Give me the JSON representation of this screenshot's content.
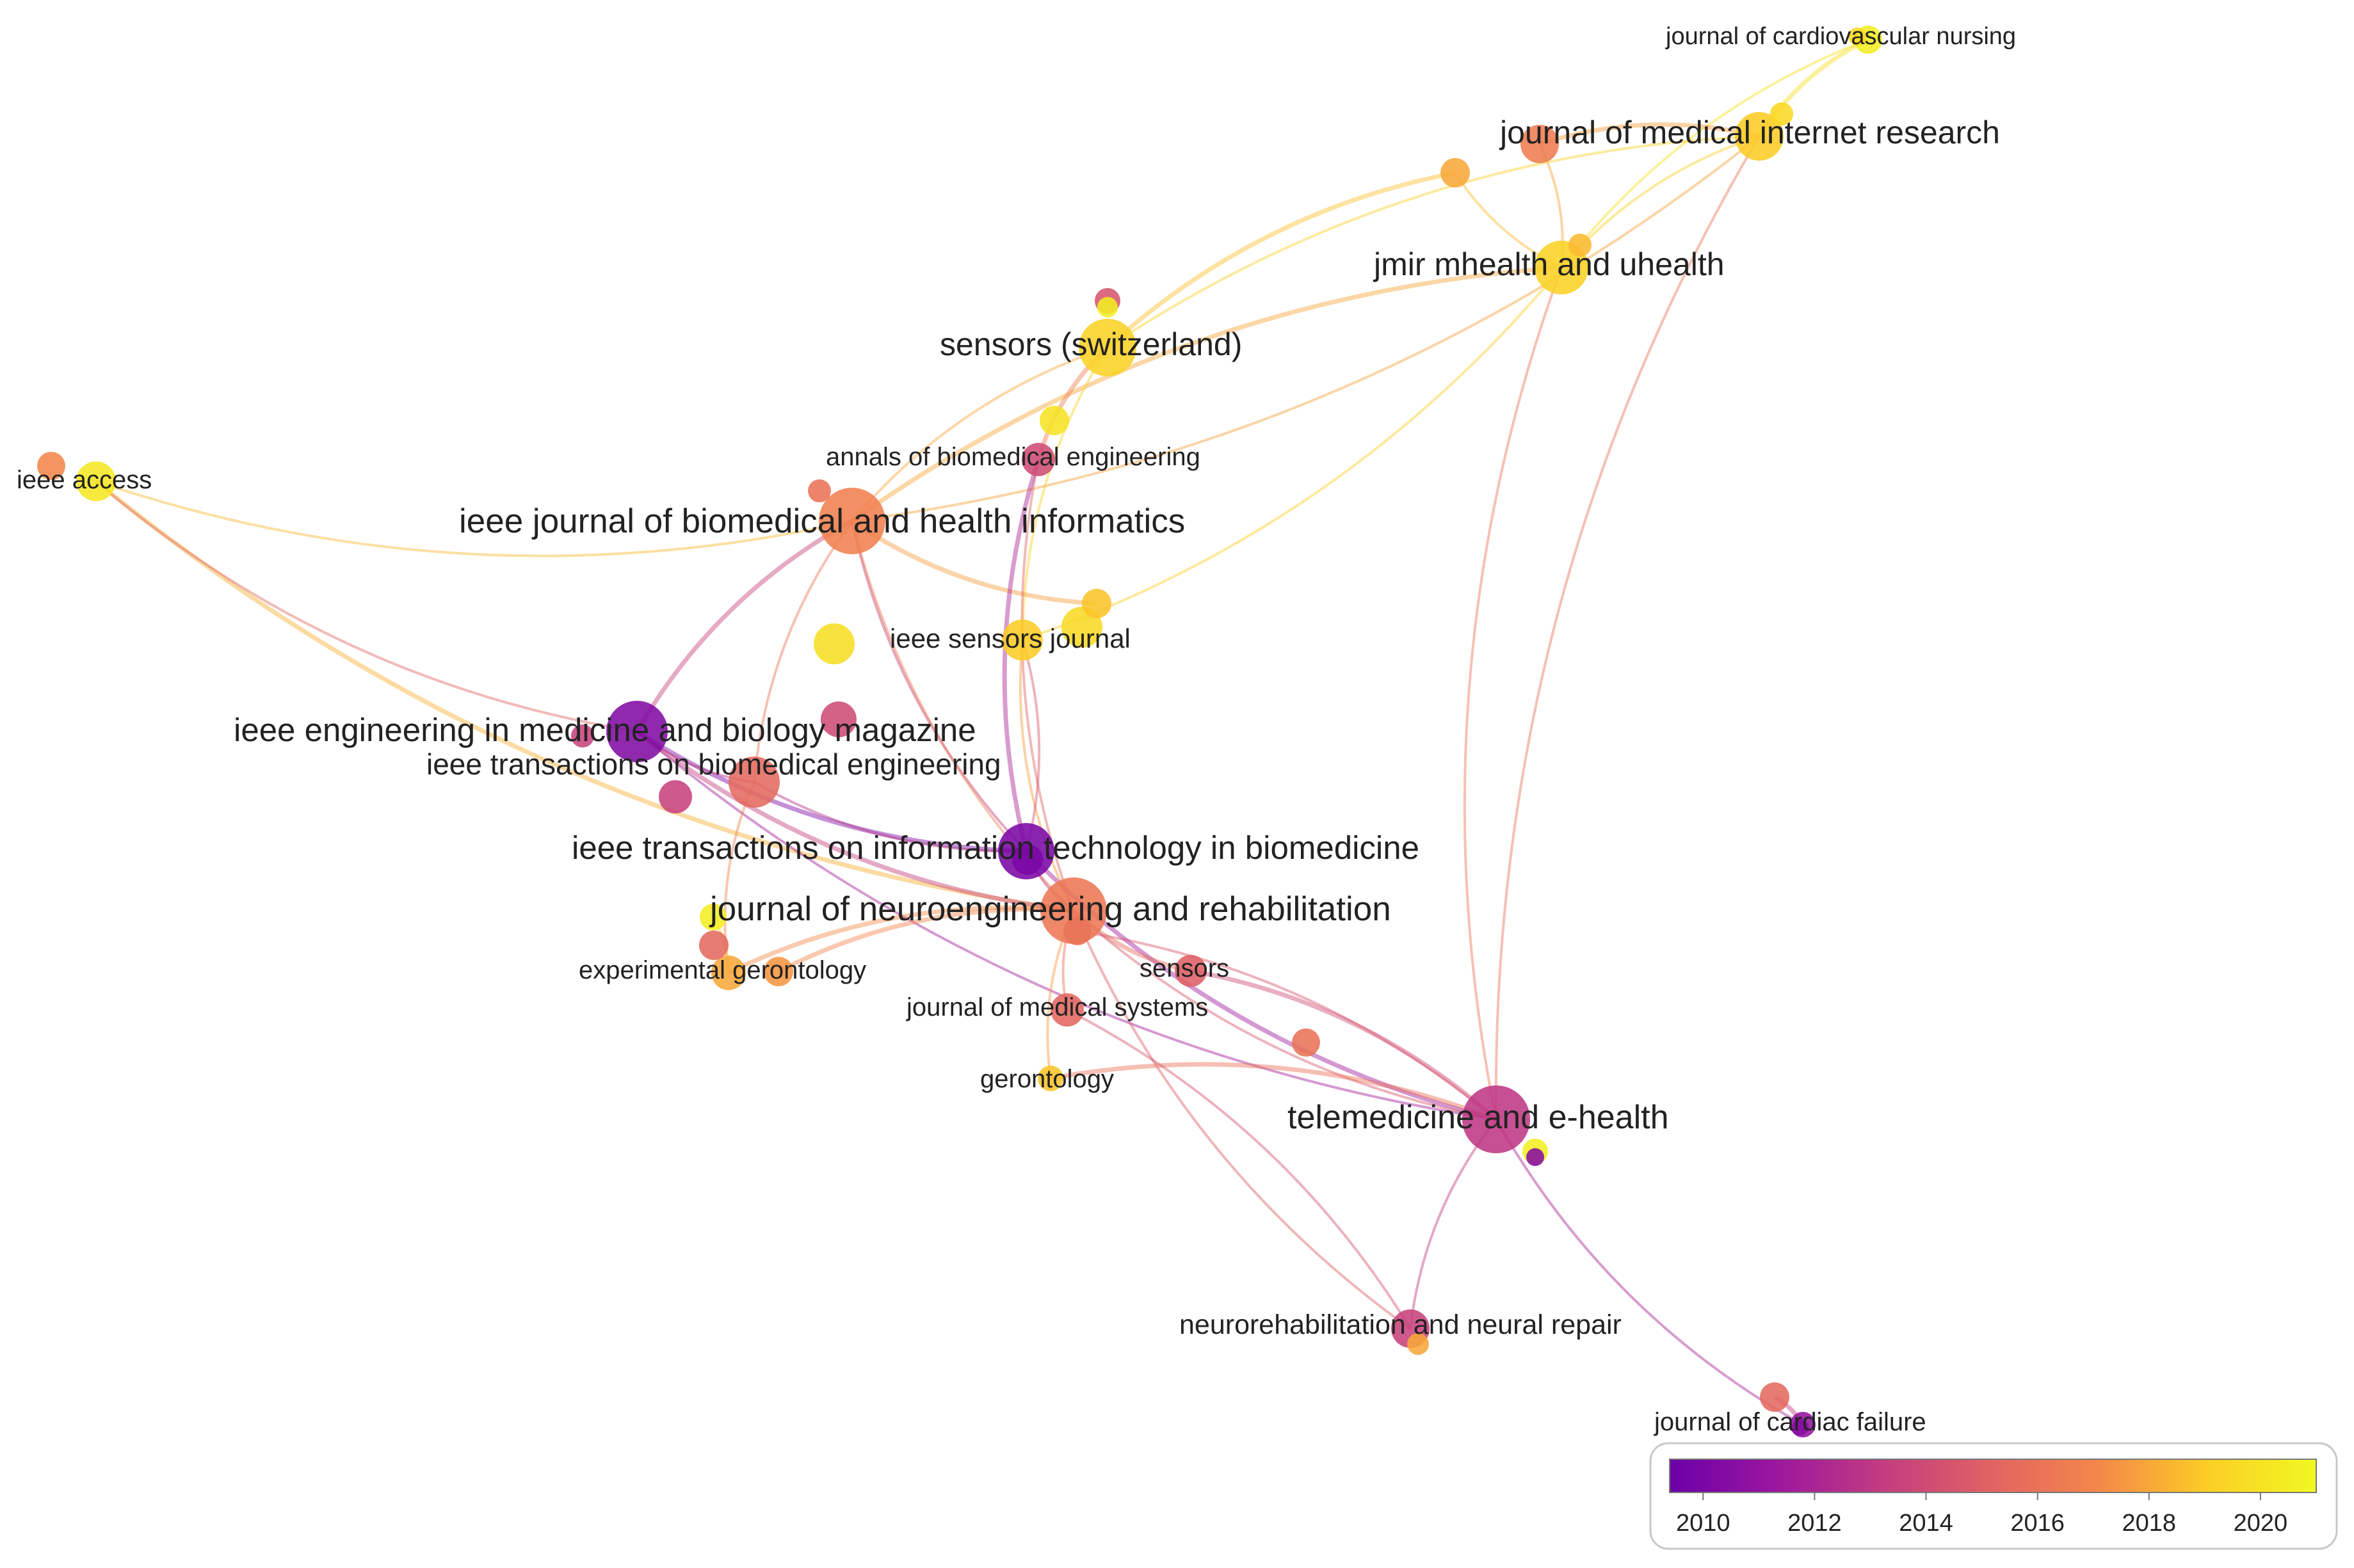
{
  "network": {
    "nodes": [
      {
        "id": "jcn",
        "label": "journal of cardiovascular nursing",
        "year": 2020.5
      },
      {
        "id": "jmir",
        "label": "journal of medical internet research",
        "year": 2019.0
      },
      {
        "id": "jmirm",
        "label": "jmir mhealth and uhealth",
        "year": 2019.2
      },
      {
        "id": "sensz",
        "label": "sensors (switzerland)",
        "year": 2019.3
      },
      {
        "id": "access",
        "label": "ieee access",
        "year": 2020.2
      },
      {
        "id": "abe",
        "label": "annals of biomedical engineering",
        "year": 2014.0
      },
      {
        "id": "jbhi",
        "label": "ieee journal of biomedical and health informatics",
        "year": 2016.7
      },
      {
        "id": "isj",
        "label": "ieee sensors journal",
        "year": 2019.0
      },
      {
        "id": "embm",
        "label": "ieee engineering in medicine and biology magazine",
        "year": 2010.3
      },
      {
        "id": "tbme",
        "label": "ieee transactions on biomedical engineering",
        "year": 2015.5
      },
      {
        "id": "titb",
        "label": "ieee transactions on information technology in biomedicine",
        "year": 2010.0
      },
      {
        "id": "jner",
        "label": "journal of neuroengineering and rehabilitation",
        "year": 2016.3
      },
      {
        "id": "expg",
        "label": "experimental gerontology",
        "year": 2018.0
      },
      {
        "id": "sens",
        "label": "sensors",
        "year": 2015.0
      },
      {
        "id": "jms",
        "label": "journal of medical systems",
        "year": 2015.3
      },
      {
        "id": "geront",
        "label": "gerontology",
        "year": 2018.8
      },
      {
        "id": "tmeh",
        "label": "telemedicine and e-health",
        "year": 2013.0
      },
      {
        "id": "nnr",
        "label": "neurorehabilitation and neural repair",
        "year": 2013.5
      },
      {
        "id": "jcf",
        "label": "journal of cardiac failure",
        "year": 2011.0
      },
      {
        "id": "n_jmir_a",
        "label": "",
        "year": 2016.5
      },
      {
        "id": "n_jmir_b",
        "label": "",
        "year": 2019.5
      },
      {
        "id": "n_jcn_b",
        "label": "",
        "year": 2019.5
      },
      {
        "id": "n_mid1",
        "label": "",
        "year": 2018.0
      },
      {
        "id": "n_jmirm_b",
        "label": "",
        "year": 2018.5
      },
      {
        "id": "n_sensz_a",
        "label": "",
        "year": 2014.5
      },
      {
        "id": "n_sensz_b",
        "label": "",
        "year": 2020.5
      },
      {
        "id": "n_s2",
        "label": "",
        "year": 2020.0
      },
      {
        "id": "n_acc_a",
        "label": "",
        "year": 2017.0
      },
      {
        "id": "n_jbhi_a",
        "label": "",
        "year": 2016.0
      },
      {
        "id": "n_isj_a",
        "label": "",
        "year": 2019.5
      },
      {
        "id": "n_isj_b",
        "label": "",
        "year": 2018.8
      },
      {
        "id": "n_isj_c",
        "label": "",
        "year": 2019.8
      },
      {
        "id": "n_pink1",
        "label": "",
        "year": 2014.0
      },
      {
        "id": "n_embm_a",
        "label": "",
        "year": 2013.5
      },
      {
        "id": "n_tbme_a",
        "label": "",
        "year": 2013.5
      },
      {
        "id": "n_titb_a",
        "label": "",
        "year": 2010.0
      },
      {
        "id": "n_jner_a",
        "label": "",
        "year": 2016.0
      },
      {
        "id": "n_expg_a",
        "label": "",
        "year": 2020.5
      },
      {
        "id": "n_expg_b",
        "label": "",
        "year": 2015.5
      },
      {
        "id": "n_expg_c",
        "label": "",
        "year": 2017.5
      },
      {
        "id": "n_sens_a",
        "label": "",
        "year": 2016.0
      },
      {
        "id": "n_tmeh_a",
        "label": "",
        "year": 2020.5
      },
      {
        "id": "n_tmeh_b",
        "label": "",
        "year": 2010.5
      },
      {
        "id": "n_nnr_a",
        "label": "",
        "year": 2018.0
      },
      {
        "id": "n_jcf_a",
        "label": "",
        "year": 2015.5
      },
      {
        "id": "n_jcf_b",
        "label": "",
        "year": 2010.5
      }
    ],
    "edges": [
      [
        "jcn",
        "jmir"
      ],
      [
        "jcn",
        "jmirm"
      ],
      [
        "jmir",
        "jmirm"
      ],
      [
        "jmir",
        "n_jmir_a"
      ],
      [
        "jmirm",
        "n_jmir_a"
      ],
      [
        "jmir",
        "sensz"
      ],
      [
        "jmirm",
        "jbhi"
      ],
      [
        "jmirm",
        "tmeh"
      ],
      [
        "jmir",
        "tmeh"
      ],
      [
        "n_mid1",
        "sensz"
      ],
      [
        "n_mid1",
        "jmirm"
      ],
      [
        "sensz",
        "jbhi"
      ],
      [
        "sensz",
        "abe"
      ],
      [
        "sensz",
        "isj"
      ],
      [
        "access",
        "jbhi"
      ],
      [
        "access",
        "jner"
      ],
      [
        "access",
        "embm"
      ],
      [
        "jbhi",
        "tbme"
      ],
      [
        "jbhi",
        "embm"
      ],
      [
        "jbhi",
        "titb"
      ],
      [
        "jbhi",
        "jner"
      ],
      [
        "jbhi",
        "n_isj_b"
      ],
      [
        "jbhi",
        "jmir"
      ],
      [
        "abe",
        "jner"
      ],
      [
        "abe",
        "titb"
      ],
      [
        "isj",
        "jner"
      ],
      [
        "isj",
        "jmirm"
      ],
      [
        "embm",
        "titb"
      ],
      [
        "embm",
        "tbme"
      ],
      [
        "embm",
        "tmeh"
      ],
      [
        "embm",
        "jner"
      ],
      [
        "tbme",
        "titb"
      ],
      [
        "titb",
        "jner"
      ],
      [
        "titb",
        "tmeh"
      ],
      [
        "titb",
        "isj"
      ],
      [
        "jner",
        "tmeh"
      ],
      [
        "jner",
        "sens"
      ],
      [
        "jner",
        "jms"
      ],
      [
        "jner",
        "geront"
      ],
      [
        "jner",
        "expg"
      ],
      [
        "jner",
        "nnr"
      ],
      [
        "jner",
        "n_jner_a"
      ],
      [
        "jner",
        "n_expg_c"
      ],
      [
        "tbme",
        "expg"
      ],
      [
        "expg",
        "n_expg_a"
      ],
      [
        "tmeh",
        "geront"
      ],
      [
        "tmeh",
        "nnr"
      ],
      [
        "tmeh",
        "jcf"
      ],
      [
        "tmeh",
        "sens"
      ],
      [
        "tmeh",
        "n_jner_a"
      ],
      [
        "nnr",
        "jms"
      ],
      [
        "jcf",
        "n_jcf_a"
      ]
    ]
  },
  "legend": {
    "ticks": [
      "2010",
      "2012",
      "2014",
      "2016",
      "2018",
      "2020"
    ],
    "tick_years": [
      2010,
      2012,
      2014,
      2016,
      2018,
      2020
    ],
    "min_year": 2009.4,
    "max_year": 2021.0,
    "colors": [
      "#6a00a8",
      "#9c179e",
      "#c33d80",
      "#e16462",
      "#f48849",
      "#fcce25",
      "#f0f921"
    ]
  }
}
